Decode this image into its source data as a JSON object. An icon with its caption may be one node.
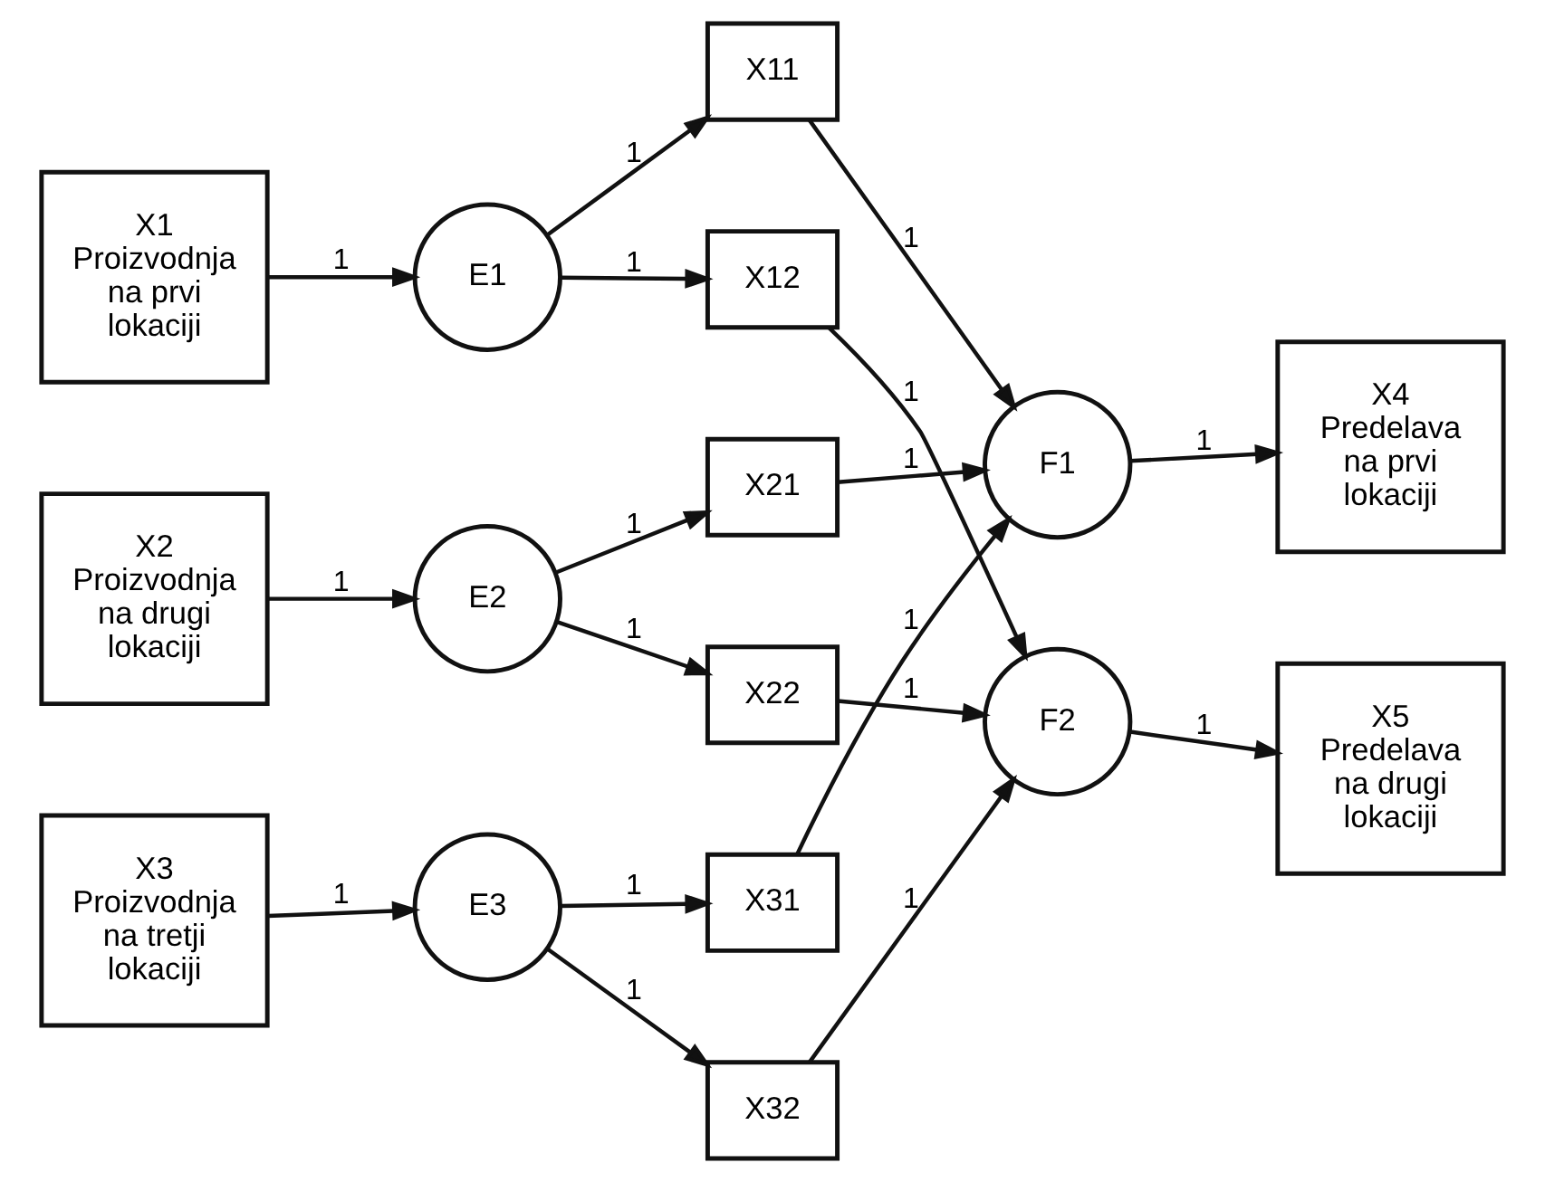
{
  "diagram": {
    "nodes": [
      {
        "text": [
          "X1",
          "Proizvodnja na prvi lokaciji"
        ]
      },
      {
        "text": [
          "X2",
          "Proizvodnja na drugi lokaciji"
        ]
      },
      {
        "text": [
          "X3",
          "Proizvodnja na tretji lokaciji"
        ]
      },
      {
        "text": [
          "E1"
        ]
      },
      {
        "text": [
          "E2"
        ]
      },
      {
        "text": [
          "E3"
        ]
      },
      {
        "text": [
          "X11"
        ]
      },
      {
        "text": [
          "X12"
        ]
      },
      {
        "text": [
          "X21"
        ]
      },
      {
        "text": [
          "X22"
        ]
      },
      {
        "text": [
          "X31"
        ]
      },
      {
        "text": [
          "X32"
        ]
      },
      {
        "text": [
          "F1"
        ]
      },
      {
        "text": [
          "F2"
        ]
      },
      {
        "text": [
          "X4",
          "Predelava na prvi lokaciji"
        ]
      },
      {
        "text": [
          "X5",
          "Predelava na drugi lokaciji"
        ]
      }
    ],
    "edges": [
      {
        "from": 0,
        "to": 3,
        "arrow": "to",
        "label": "1"
      },
      {
        "from": 1,
        "to": 4,
        "arrow": "to",
        "label": "1"
      },
      {
        "from": 2,
        "to": 5,
        "arrow": "to",
        "label": "1"
      },
      {
        "from": 3,
        "to": 6,
        "arrow": "to",
        "label": "1"
      },
      {
        "from": 3,
        "to": 7,
        "arrow": "to",
        "label": "1"
      },
      {
        "from": 4,
        "to": 8,
        "arrow": "to",
        "label": "1"
      },
      {
        "from": 4,
        "to": 9,
        "arrow": "to",
        "label": "1"
      },
      {
        "from": 5,
        "to": 10,
        "arrow": "to",
        "label": "1"
      },
      {
        "from": 5,
        "to": 11,
        "arrow": "to",
        "label": "1"
      },
      {
        "from": 6,
        "to": 12,
        "arrow": "to",
        "label": "1"
      },
      {
        "from": 8,
        "to": 12,
        "arrow": "to",
        "label": "1"
      },
      {
        "from": 10,
        "to": 12,
        "arrow": "to",
        "label": "1"
      },
      {
        "from": 7,
        "to": 13,
        "arrow": "to",
        "label": "1"
      },
      {
        "from": 9,
        "to": 13,
        "arrow": "to",
        "label": "1"
      },
      {
        "from": 11,
        "to": 13,
        "arrow": "to",
        "label": "1"
      },
      {
        "from": 12,
        "to": 14,
        "arrow": "to",
        "label": "1"
      },
      {
        "from": 13,
        "to": 15,
        "arrow": "to",
        "label": "1"
      }
    ]
  }
}
